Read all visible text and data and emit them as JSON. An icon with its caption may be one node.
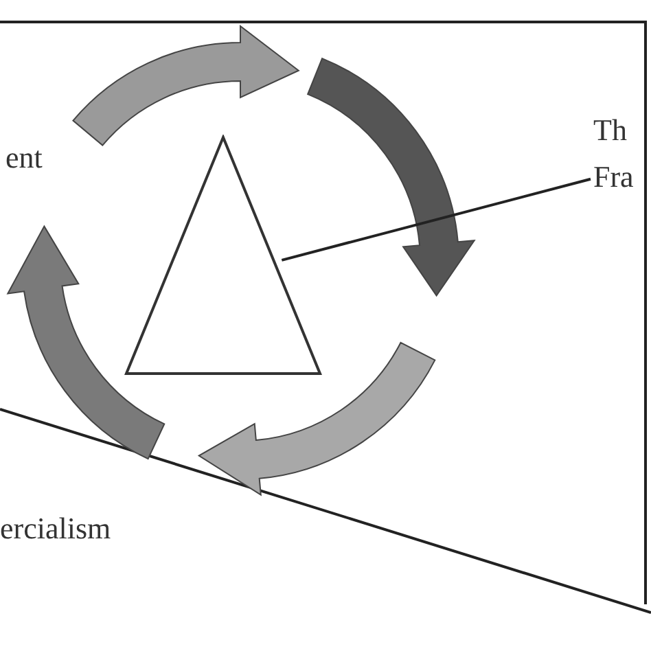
{
  "diagram": {
    "nodes": [
      {
        "text": [
          "ent"
        ]
      },
      {
        "text": [
          "Th Fra"
        ]
      },
      {
        "text": [],
        "shape": "triangle"
      }
    ],
    "edges": [
      {
        "from": 1,
        "to": 2,
        "arrow": "none"
      }
    ],
    "labels": [
      "ercialism"
    ]
  }
}
